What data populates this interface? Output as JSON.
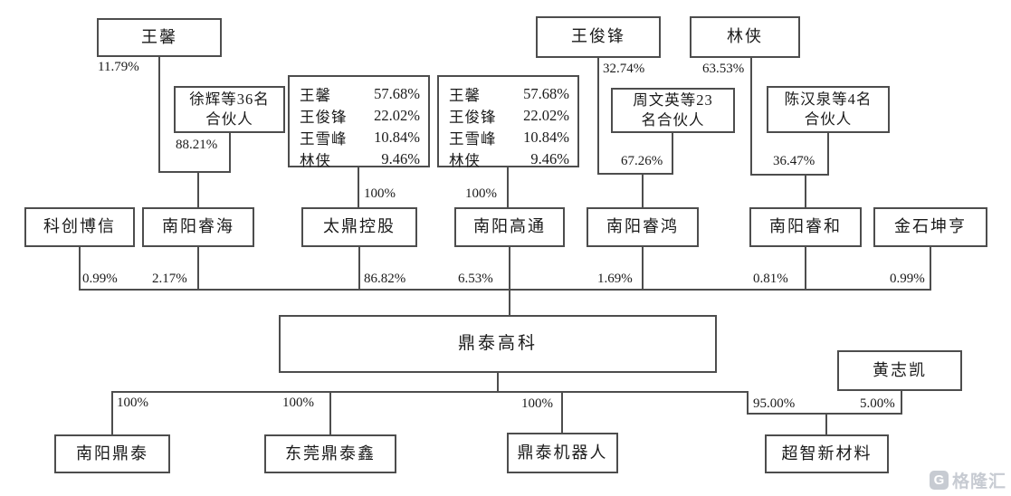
{
  "nodes": {
    "wang_xin": "王馨",
    "wang_junfeng": "王俊锋",
    "lin_xia": "林侠",
    "xuhui_partners": {
      "line1": "徐辉等36名",
      "line2": "合伙人"
    },
    "zhouwenying_partners": {
      "line1": "周文英等23",
      "line2": "名合伙人"
    },
    "chenhanquan_partners": {
      "line1": "陈汉泉等4名",
      "line2": "合伙人"
    },
    "holders_taiding": {
      "rows": [
        {
          "name": "王馨",
          "pct": "57.68%"
        },
        {
          "name": "王俊锋",
          "pct": "22.02%"
        },
        {
          "name": "王雪峰",
          "pct": "10.84%"
        },
        {
          "name": "林侠",
          "pct": "9.46%"
        }
      ]
    },
    "holders_gaotong": {
      "rows": [
        {
          "name": "王馨",
          "pct": "57.68%"
        },
        {
          "name": "王俊锋",
          "pct": "22.02%"
        },
        {
          "name": "王雪峰",
          "pct": "10.84%"
        },
        {
          "name": "林侠",
          "pct": "9.46%"
        }
      ]
    },
    "kechuang_boxin": "科创博信",
    "nanyang_ruihai": "南阳睿海",
    "taiding_holdings": "太鼎控股",
    "nanyang_gaotong": "南阳高通",
    "nanyang_ruihong": "南阳睿鸿",
    "nanyang_ruihe": "南阳睿和",
    "jinshi_kunheng": "金石坤亨",
    "dingtai_gaoke": "鼎泰高科",
    "huang_zhikai": "黄志凯",
    "nanyang_dingtai": "南阳鼎泰",
    "dongguan_dingtaixin": "东莞鼎泰鑫",
    "dingtai_robot": "鼎泰机器人",
    "chaozhi_materials": "超智新材料"
  },
  "labels": {
    "wangxin_ruihai": "11.79%",
    "xuhui_ruihai": "88.21%",
    "list1_taiding": "100%",
    "list2_gaotong": "100%",
    "wangjunfeng_ruihong": "32.74%",
    "zhouwenying_ruihong": "67.26%",
    "linxia_ruihe": "63.53%",
    "chenhanquan_ruihe": "36.47%",
    "kechuang_dingtai": "0.99%",
    "ruihai_dingtai": "2.17%",
    "taiding_dingtai": "86.82%",
    "gaotong_dingtai": "6.53%",
    "ruihong_dingtai": "1.69%",
    "ruihe_dingtai": "0.81%",
    "jinshi_dingtai": "0.99%",
    "dingtai_nydt": "100%",
    "dingtai_dgdtx": "100%",
    "dingtai_robot": "100%",
    "dingtai_chaozhi": "95.00%",
    "huangzhikai_chaozhi": "5.00%"
  },
  "watermark": {
    "icon_letter": "G",
    "text": "格隆汇"
  }
}
